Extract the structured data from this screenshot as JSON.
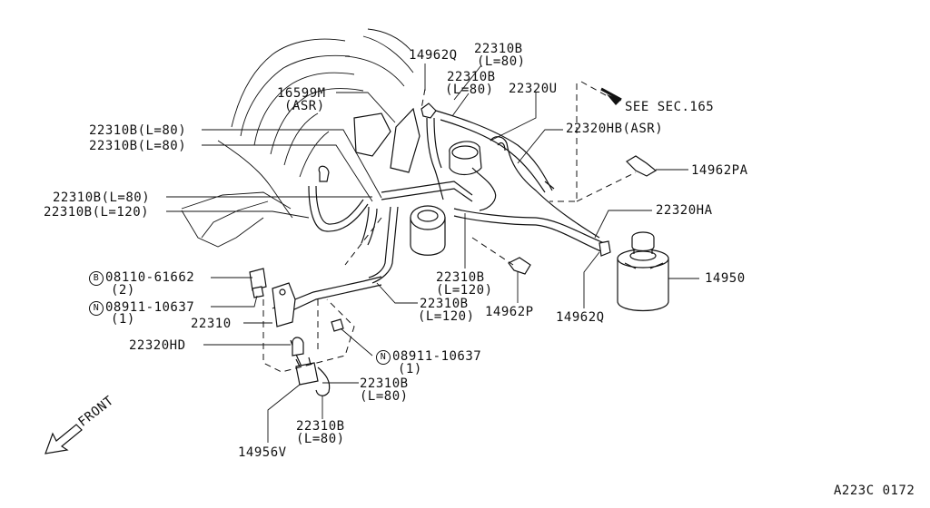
{
  "diagram": {
    "ref_code": "A223C 0172",
    "front_label": "FRONT",
    "see_section": "SEE SEC.165",
    "labels": {
      "p14962q_top": "14962Q",
      "p22310b_top_a": "22310B",
      "p22310b_top_a_sub": "(L=80)",
      "p22310b_top_b": "22310B",
      "p22310b_top_b_sub": "(L=80)",
      "p22320u": "22320U",
      "p16599m": "16599M",
      "p16599m_sub": "(ASR)",
      "p22320hb": "22320HB(ASR)",
      "p14962pa": "14962PA",
      "p22320ha": "22320HA",
      "p14950": "14950",
      "p14962q_right": "14962Q",
      "p14962p": "14962P",
      "p22310b_l80_1": "22310B(L=80)",
      "p22310b_l80_2": "22310B(L=80)",
      "p22310b_l80_3": "22310B(L=80)",
      "p22310b_l120_1": "22310B(L=120)",
      "bolt_marker": "B",
      "bolt_part": "08110-61662",
      "bolt_qty": "(2)",
      "nut_marker": "N",
      "nut_part": "08911-10637",
      "nut_qty": "(1)",
      "p22310": "22310",
      "p22320hd": "22320HD",
      "nut2_marker": "N",
      "nut2_part": "08911-10637",
      "nut2_qty": "(1)",
      "p22310b_mid": "22310B",
      "p22310b_mid_sub": "(L=120)",
      "p22310b_mid2": "22310B",
      "p22310b_mid2_sub": "(L=120)",
      "p22310b_low1": "22310B",
      "p22310b_low1_sub": "(L=80)",
      "p22310b_low2": "22310B",
      "p22310b_low2_sub": "(L=80)",
      "p14956v": "14956V"
    }
  }
}
